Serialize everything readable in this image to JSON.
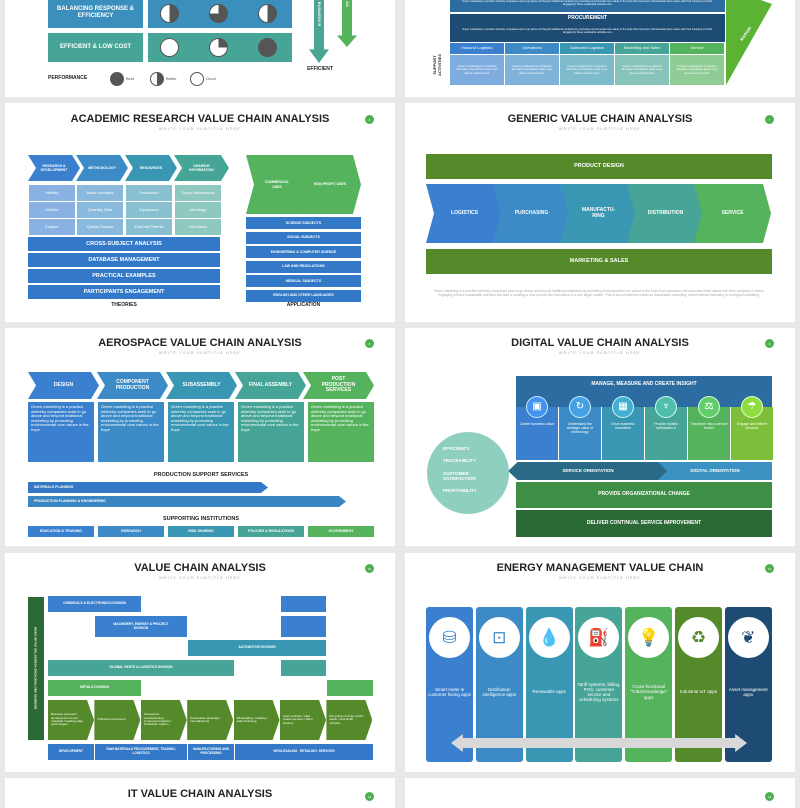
{
  "performance": {
    "rows": [
      {
        "label": "BALANCING RESPONSE & EFFICIENCY",
        "pies": [
          0.5,
          0.75,
          0.5
        ]
      },
      {
        "label": "EFFICIENT & LOW COST",
        "pies": [
          0,
          0.25,
          1
        ]
      }
    ],
    "legend": {
      "title": "PERFORMANCE",
      "items": [
        {
          "label": "Best",
          "fill": 1
        },
        {
          "label": "Better",
          "fill": 0.5
        },
        {
          "label": "Good",
          "fill": 0
        }
      ]
    },
    "arrow1": "BUSINESS R",
    "arrow2": "AG",
    "efficient": "EFFICIENT"
  },
  "porter": {
    "top_text": "Green marketing is a practice whereby companies seek to go above and beyond traditional marketing by promoting environmental core values in the hope that consumers will associate these values with their company or brand. Engaging in these sustainable activities can.",
    "procurement": {
      "title": "PROCUREMENT",
      "text": "Green marketing is a practice whereby companies seek to go above and beyond traditional marketing by promoting environmental core values in the hope that consumers will associate these values with their company or brand. Engaging in these sustainable activities can."
    },
    "columns": [
      "Inbound Logistics",
      "Operations",
      "Outbound Logistics",
      "Marketing and Sales",
      "Service"
    ],
    "column_text": "Green marketing is a practice whereby companies seek to go above and beyond.",
    "support": "SUPPORT ACTIVITIES",
    "margin": "MARGIN"
  },
  "academic": {
    "title": "ACADEMIC RESEARCH VALUE CHAIN ANALYSIS",
    "subtitle": "WRITE YOUR SUBTITLE HERE",
    "num": "6",
    "stages": [
      {
        "label": "RESEARCH & DEVELOPMENT",
        "items": [
          "Identify",
          "Monitor",
          "Explore"
        ]
      },
      {
        "label": "METHODOLOGY",
        "items": [
          "Basic concepts",
          "Quantity Data",
          "Quality Essays"
        ]
      },
      {
        "label": "RESOURCES",
        "items": [
          "Production",
          "Equipment",
          "External Patents"
        ]
      },
      {
        "label": "SHARING INFORMATION",
        "items": [
          "Group discussions",
          "Meetings",
          "Interviews"
        ]
      }
    ],
    "bars": [
      "CROSS-SUBJECT ANALYSIS",
      "DATABASE MANAGEMENT",
      "PRACTICAL EXAMPLES",
      "PARTICIPANTS ENGAGEMENT"
    ],
    "theories": "THEORIES",
    "uses": [
      "COMMERCIAL USES",
      "NON-PROFIT USES"
    ],
    "subjects": [
      "SCIENCE SUBJECTS",
      "SOCIAL SUBJECTS",
      "ENGINEERING & COMPUTER SCIENCE",
      "LAW AND REGULATIONS",
      "MEDICAL SUBJECTS",
      "ENGLISH AND OTHER LANGUAGES"
    ],
    "application": "APPLICATION"
  },
  "generic": {
    "title": "GENERIC VALUE CHAIN ANALYSIS",
    "subtitle": "WRITE YOUR SUBTITLE HERE",
    "num": "7",
    "top": "PRODUCT DESIGN",
    "stages": [
      "LOGISTICS",
      "PURCHASING",
      "MANUFACTU-RING",
      "DISTRIBUTION",
      "SERVICE"
    ],
    "bottom": "MARKETING & SALES",
    "paragraph": "Green marketing is a practice whereby companies seek to go above and beyond traditional marketing by promoting environmental core values in the hope that consumers will associate these values with their company or brand. Engaging in these sustainable activities can lead to creating a new product line that caters to a new target market. This is also sometimes known as sustainable marketing, environmental marketing or ecological marketing."
  },
  "aerospace": {
    "title": "AEROSPACE VALUE CHAIN ANALYSIS",
    "subtitle": "WRITE YOUR SUBTITLE HERE",
    "num": "8",
    "stages": [
      "DESIGN",
      "COMPONENT PRODUCTION",
      "SUBASSEMBLY",
      "FINAL ASSEMBLY",
      "POST PRODUCTION SERVICES"
    ],
    "stage_text": "Green marketing is a practice whereby companies seek to go above and beyond traditional marketing by promoting environmental core values in the hope",
    "support_title": "PRODUCTION SUPPORT SERVICES",
    "support": [
      "MATERIALS PLANNING",
      "PRODUCTION PLANNING & ENGINEERING"
    ],
    "institutions_title": "SUPPORTING INSTITUTIONS",
    "institutions": [
      "EDUCATION & TRAINING",
      "RESEARCH",
      "RISK SHARING",
      "POLICIES & REGULATIONS",
      "GOVERNMENT"
    ]
  },
  "digital": {
    "title": "DIGITAL VALUE CHAIN ANALYSIS",
    "subtitle": "WRITE YOUR SUBTITLE HERE",
    "num": "9",
    "top": "MANAGE, MEASURE AND CREATE INSIGHT",
    "columns": [
      {
        "icon": "box-icon",
        "glyph": "▣",
        "text": "Create business value"
      },
      {
        "icon": "clock-24-icon",
        "glyph": "↻",
        "text": "Understand the strategic value of technology"
      },
      {
        "icon": "calendar-icon",
        "glyph": "▦",
        "text": "Drive business innovation"
      },
      {
        "icon": "glass-icon",
        "glyph": "♆",
        "text": "Provide holistic optimizatio n"
      },
      {
        "icon": "weight-icon",
        "glyph": "⚖",
        "text": "Transform into a service broker"
      },
      {
        "icon": "umbrella-icon",
        "glyph": "☂",
        "text": "Engage and deliver services"
      }
    ],
    "service": "SERVICE ORIENTATION",
    "digital_orientation": "DIGITAL ORIENTATION",
    "org": "PROVIDE ORGANIZATIONAL CHANGE",
    "deliver": "DELIVER CONTINUAL SERVICE IMPROVEMENT",
    "bullets": [
      "EFFICIENCY",
      "TRACEABILITY",
      "CUSTOMER SATISFACTION",
      "PROFITABILITY"
    ]
  },
  "vca": {
    "title": "VALUE CHAIN ANALYSIS",
    "subtitle": "WRITE YOUR SUBTITLE HERE",
    "num": "10",
    "side": "BUSINESS AND FUNCTIONS ACROSS THE VALUE CHAIN",
    "divisions": [
      "CHEMICALS & ELECTRONICS DIVISION",
      "MACHINERY, ENERGY & PROJECT DIVISION",
      "AUTOMOTIVE DIVISION",
      "GLOBAL PARTS & LOGISTICS DIVISION",
      "METALS DIVISION"
    ],
    "steps": [
      "Business proposal / development of new materials / leading-edge technologies",
      "Optimal procurement",
      "Component manufacturing / component logistics / Production system",
      "Automobile assembly / manufacturing",
      "Wholesaling / retailing / sales financing",
      "Used vehicles / after-scales services / filling stations",
      "Recycling of scrap metal / waste / end-of-life vehicles"
    ],
    "footer": [
      "DEVELOPMENT",
      "RAW MATERIALS PROCUREMENT, TRADING, LOGISTICS",
      "MANUFACTURING AND PROCESSING",
      "WHOLESALING , RETAILING, SERVICES"
    ]
  },
  "energy": {
    "title": "ENERGY MANAGEMENT VALUE CHAIN",
    "subtitle": "WRITE YOUR SUBTITLE HERE",
    "num": "11",
    "columns": [
      {
        "icon": "coins-icon",
        "glyph": "⛁",
        "text": "Smart meter & customer facing apps"
      },
      {
        "icon": "socket-icon",
        "glyph": "⊡",
        "text": "Distribution intelligence apps"
      },
      {
        "icon": "water-drop-icon",
        "glyph": "💧",
        "text": "Renewable apps"
      },
      {
        "icon": "fuel-pump-icon",
        "glyph": "⛽",
        "text": "Tariff systems, billing, POS, customer service and scheduling systems"
      },
      {
        "icon": "lightbulb-icon",
        "glyph": "💡",
        "text": "Cross-functional \"Tribal-knowledge\" apps"
      },
      {
        "icon": "recycle-bin-icon",
        "glyph": "♻",
        "text": "Industrial IoT apps"
      },
      {
        "icon": "leaf-shield-icon",
        "glyph": "❦",
        "text": "Asset management apps"
      }
    ]
  },
  "it": {
    "title": "IT VALUE CHAIN ANALYSIS",
    "num": "12"
  },
  "next": {
    "num": "13"
  },
  "colors": {
    "blue": "#3b80cf",
    "blue2": "#3c8bc6",
    "teal_blue": "#3a97b3",
    "teal": "#46a596",
    "green": "#55b25d",
    "dark_green": "#558a2b",
    "navy": "#1e4b73"
  }
}
